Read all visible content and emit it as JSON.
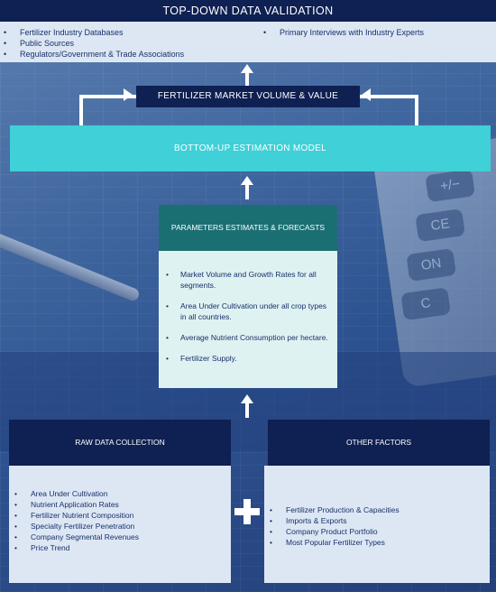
{
  "header": {
    "title": "TOP-DOWN DATA VALIDATION"
  },
  "sources": {
    "left": [
      "Fertilizer Industry Databases",
      "Public Sources",
      "Regulators/Government & Trade Associations"
    ],
    "right": [
      "Primary Interviews with Industry Experts"
    ]
  },
  "market_box": {
    "label": "FERTILIZER MARKET VOLUME & VALUE"
  },
  "bottom_up": {
    "label": "BOTTOM-UP ESTIMATION MODEL"
  },
  "parameters": {
    "title": "PARAMETERS ESTIMATES & FORECASTS",
    "items": [
      "Market Volume and Growth Rates for all segments.",
      "Area Under Cultivation under all crop types in all countries.",
      "Average Nutrient Consumption per hectare.",
      "Fertilizer Supply."
    ]
  },
  "raw_data": {
    "title": "RAW DATA COLLECTION",
    "items": [
      "Area Under Cultivation",
      "Nutrient Application Rates",
      "Fertilizer Nutrient Composition",
      "Specialty Fertilizer Penetration",
      "Company Segmental Revenues",
      "Price Trend"
    ]
  },
  "other_factors": {
    "title": "OTHER FACTORS",
    "items": [
      "Fertilizer Production & Capacities",
      "Imports & Exports",
      "Company Product Portfolio",
      "Most Popular Fertilizer Types"
    ]
  },
  "background": {
    "calculator_keys": [
      "+/−",
      "CE",
      "ON",
      "C"
    ]
  },
  "colors": {
    "navy": "#0f2052",
    "cyan": "#3fd0d8",
    "teal": "#1a6f73",
    "light": "#dde7f4",
    "text": "#17306a"
  }
}
